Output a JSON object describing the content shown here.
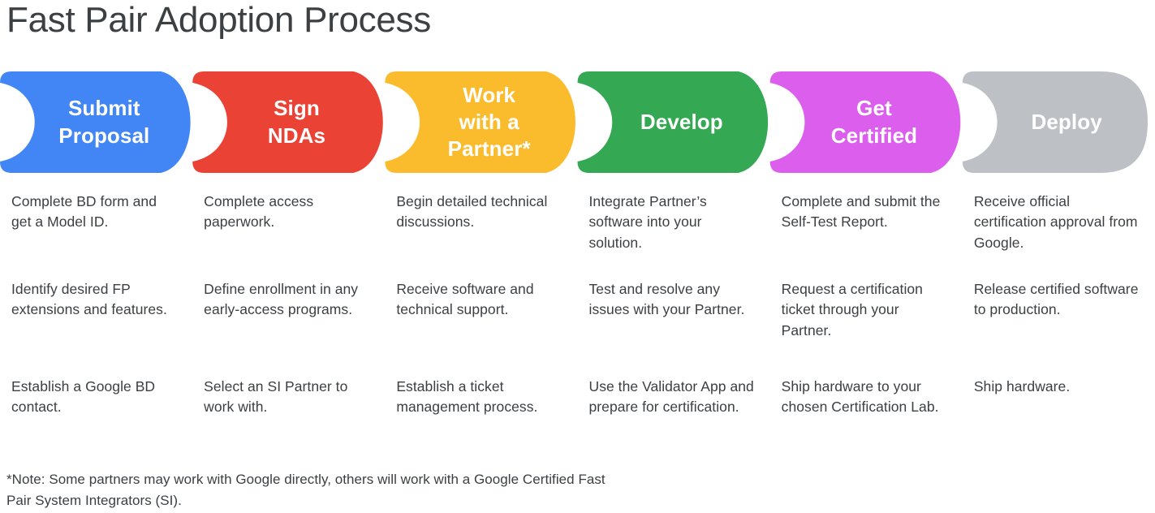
{
  "title": "Fast Pair Adoption Process",
  "colors": {
    "blue": "#4285F4",
    "red": "#EA4335",
    "yellow": "#FABC2D",
    "green": "#34A853",
    "magenta": "#DB5FEC",
    "gray": "#BDC1C6",
    "text": "#3C4043",
    "background": "#FFFFFF"
  },
  "stages": [
    {
      "label_lines": [
        "Submit",
        "Proposal"
      ],
      "color": "#4285F4",
      "items": [
        "Complete BD form and get a Model ID.",
        "Identify desired FP extensions and features.",
        "Establish a Google BD contact."
      ]
    },
    {
      "label_lines": [
        "Sign",
        "NDAs"
      ],
      "color": "#EA4335",
      "items": [
        "Complete access paperwork.",
        "Define enrollment in any early-access programs.",
        "Select an SI Partner to work with."
      ]
    },
    {
      "label_lines": [
        "Work",
        "with a",
        "Partner*"
      ],
      "color": "#FABC2D",
      "items": [
        "Begin detailed technical discussions.",
        "Receive software and technical support.",
        "Establish a ticket management process."
      ]
    },
    {
      "label_lines": [
        "Develop"
      ],
      "color": "#34A853",
      "items": [
        "Integrate Partner’s software into your solution.",
        "Test and resolve any issues with your Partner.",
        "Use the Validator App and prepare for certification."
      ]
    },
    {
      "label_lines": [
        "Get",
        "Certified"
      ],
      "color": "#DB5FEC",
      "items": [
        "Complete and submit the Self-Test Report.",
        "Request a certification ticket through your Partner.",
        "Ship hardware to your chosen Certification Lab."
      ]
    },
    {
      "label_lines": [
        "Deploy"
      ],
      "color": "#BDC1C6",
      "items": [
        "Receive official certification approval from Google.",
        "Release certified software to production.",
        "Ship hardware."
      ]
    }
  ],
  "footnote": "*Note: Some partners may work with Google directly, others will work with a Google Certified Fast Pair System Integrators (SI)."
}
